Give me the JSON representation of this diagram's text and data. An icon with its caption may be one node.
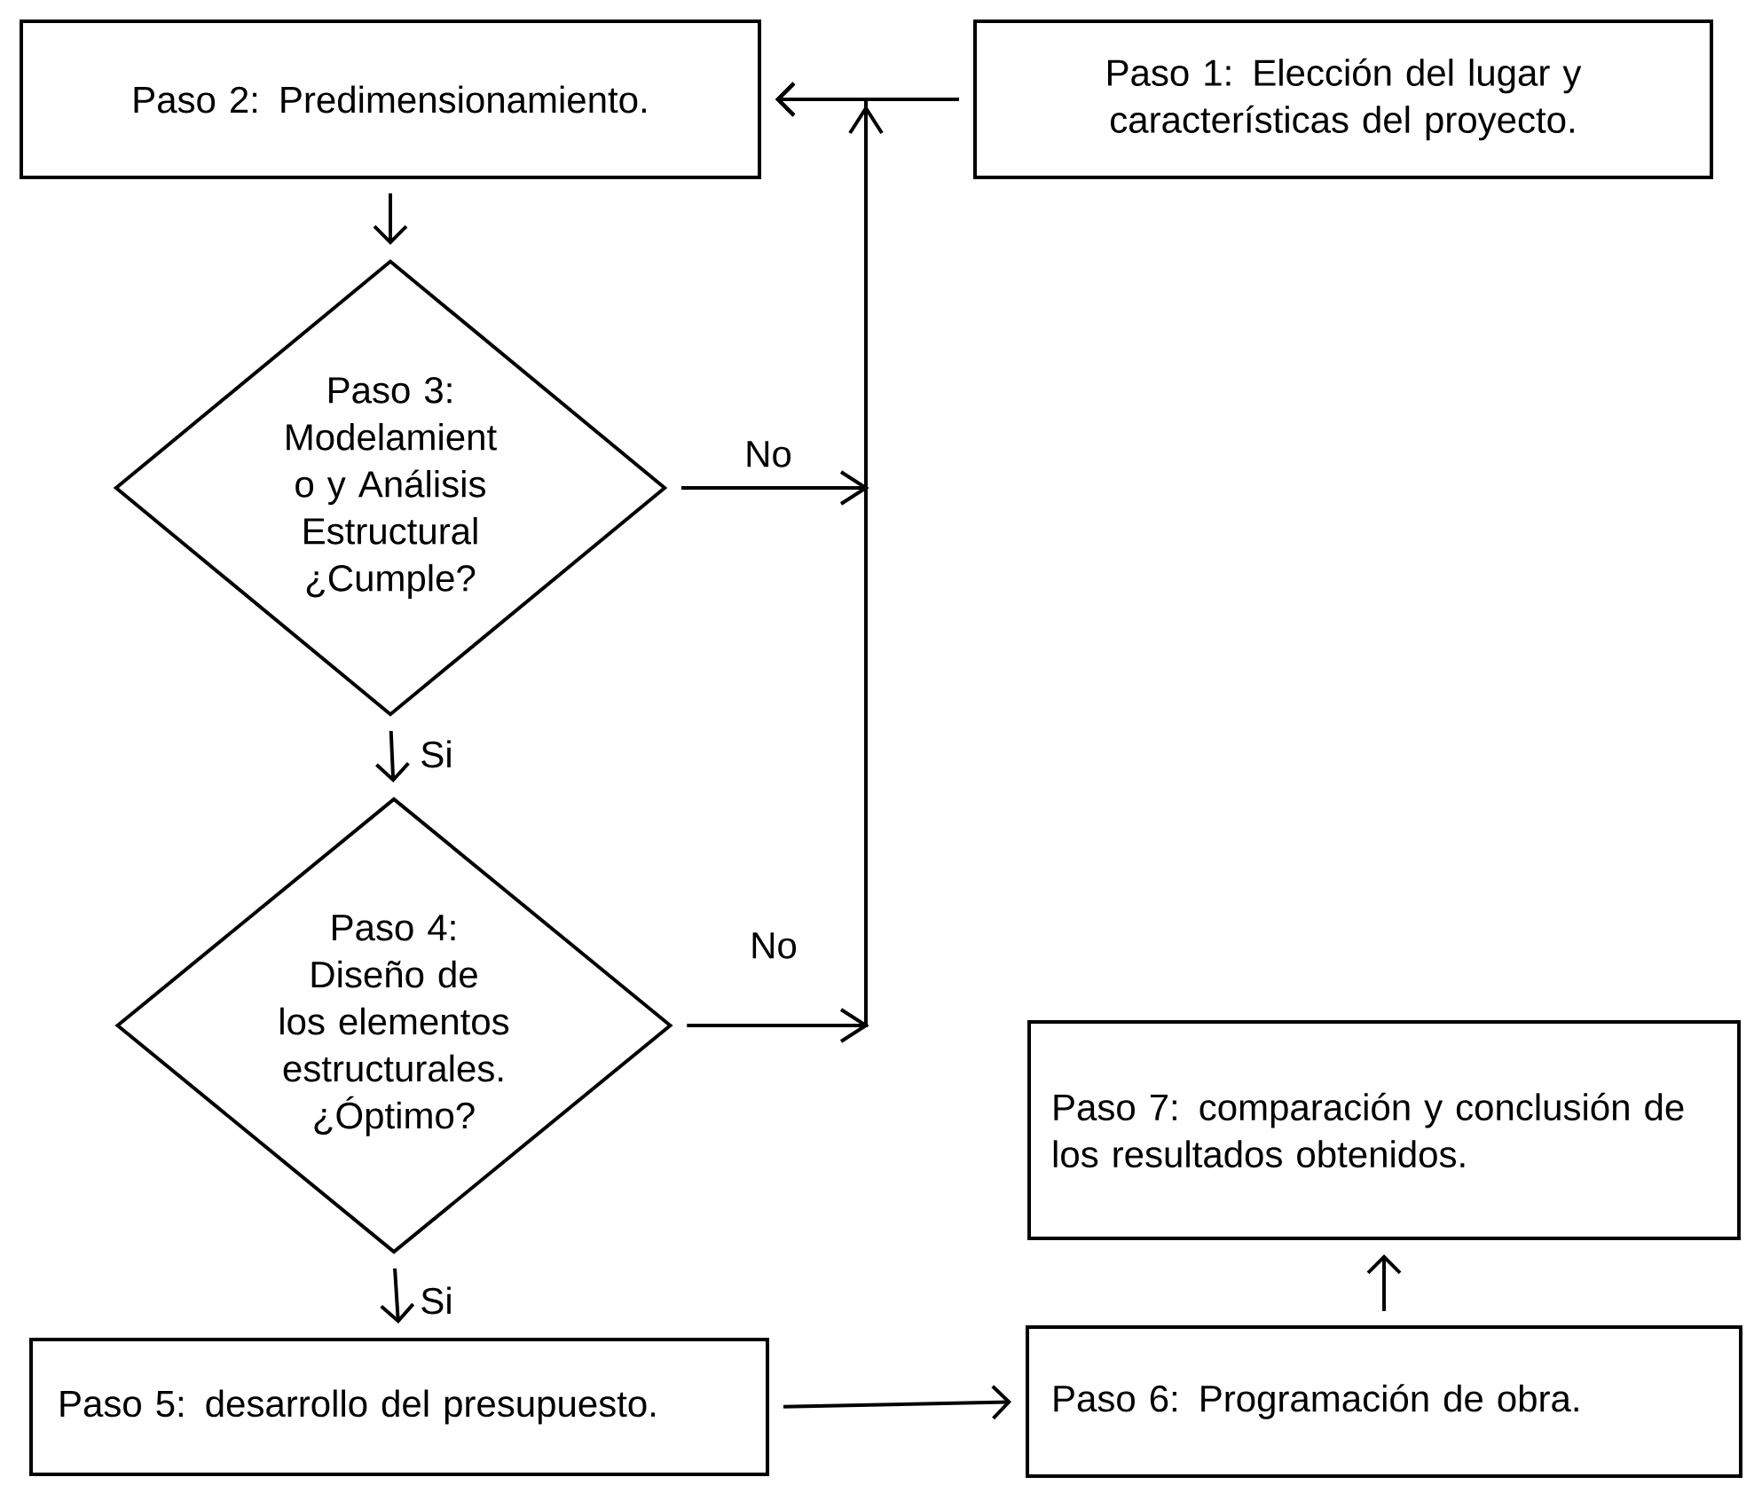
{
  "diagram": {
    "nodes": [
      {
        "text": [
          "Paso 2: Predimensionamiento."
        ]
      },
      {
        "text": [
          "Paso 1: Elección del lugar y características del proyecto."
        ]
      },
      {
        "text": [
          "Paso 3: Modelamient o y Análisis Estructural ¿Cumple?"
        ]
      },
      {
        "text": [
          "Paso 4: Diseño de los elementos estructurales. ¿Óptimo?"
        ]
      },
      {
        "text": [
          "Paso 5: desarrollo del presupuesto."
        ]
      },
      {
        "text": [
          "Paso 6: Programación de obra."
        ]
      },
      {
        "text": [
          "Paso 7: comparación y conclusión de los resultados obtenidos."
        ]
      }
    ],
    "edges": [
      {
        "from": 1,
        "to": 0,
        "arrow": "to"
      },
      {
        "from": 0,
        "to": 2,
        "arrow": "to"
      },
      {
        "from": 2,
        "to": 0,
        "arrow": "to",
        "label": "No"
      },
      {
        "from": 2,
        "to": 3,
        "arrow": "to",
        "label": "Si"
      },
      {
        "from": 3,
        "to": 0,
        "arrow": "to",
        "label": "No"
      },
      {
        "from": 3,
        "to": 4,
        "arrow": "to",
        "label": "Si"
      },
      {
        "from": 4,
        "to": 5,
        "arrow": "to"
      },
      {
        "from": 5,
        "to": 6,
        "arrow": "to"
      }
    ]
  }
}
